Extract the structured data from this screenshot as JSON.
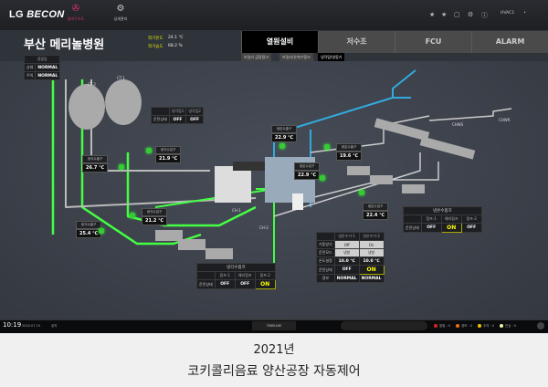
{
  "app": {
    "logo_prefix": "LG",
    "logo_name": "BECON",
    "nav": [
      {
        "label": "설비구조도",
        "icon": "fan-icon"
      },
      {
        "label": "상세관리",
        "icon": "gear-icon"
      }
    ],
    "user": "HVAC1"
  },
  "header": {
    "site": "부산 메리놀병원",
    "outdoor_temp_label": "외기온도",
    "outdoor_temp": "24.1 ℃",
    "outdoor_hum_label": "외기습도",
    "outdoor_hum": "68.2 %"
  },
  "tabs": [
    "열원설비",
    "저수조",
    "FCU",
    "ALARM"
  ],
  "subtabs": [
    "보일러 급탕탱크",
    "보일러/온축수탱크",
    "냉각탑/냉동기"
  ],
  "warning": {
    "title": "경광등",
    "rows": [
      {
        "k": "상태",
        "v": "NORMAL"
      },
      {
        "k": "주의",
        "v": "NORMAL"
      }
    ]
  },
  "equipment": {
    "ct1": "CT-1",
    "ct2": "CT-2",
    "ch1": "CH-1",
    "ch2": "CH-2",
    "chws": "CHWS",
    "chwr": "CHWR"
  },
  "ct_table": {
    "cols": [
      "냉각탑1",
      "냉각탑2"
    ],
    "row_label": "운전상태",
    "values": [
      "OFF",
      "OFF"
    ]
  },
  "sensors": [
    {
      "label": "냉각수출구",
      "value": "26.7 ℃"
    },
    {
      "label": "냉각수입구",
      "value": "21.9 ℃"
    },
    {
      "label": "냉각수입구",
      "value": "21.2 ℃"
    },
    {
      "label": "냉각수출구",
      "value": "25.4 ℃"
    },
    {
      "label": "냉온수출구",
      "value": "22.9 ℃"
    },
    {
      "label": "냉온수출구",
      "value": "19.6 ℃"
    },
    {
      "label": "냉온수입구",
      "value": "22.9 ℃"
    },
    {
      "label": "냉온수입구",
      "value": "22.4 ℃"
    }
  ],
  "cw_pump": {
    "title": "냉각수펌프",
    "cols": [
      "펌프-1",
      "예비펌프",
      "펌프-2"
    ],
    "row_label": "운전상태",
    "values": [
      "OFF",
      "OFF",
      "ON"
    ]
  },
  "chw_pump": {
    "title": "냉온수펌프",
    "cols": [
      "펌프-1",
      "예비펌프",
      "펌프-2"
    ],
    "row_label": "운전상태",
    "values": [
      "OFF",
      "ON",
      "OFF"
    ]
  },
  "chiller_table": {
    "cols": [
      "냉온수기-1",
      "냉온수기-2"
    ],
    "rows": [
      {
        "k": "기동방식",
        "v": [
          "Off",
          "On"
        ]
      },
      {
        "k": "운전모드",
        "v": [
          "냉방",
          "냉방"
        ]
      },
      {
        "k": "온도설정",
        "v": [
          "10.0 ℃",
          "10.0 ℃"
        ]
      },
      {
        "k": "운전상태",
        "v": [
          "OFF",
          "ON"
        ]
      },
      {
        "k": "경보",
        "v": [
          "NORMAL",
          "NORMAL"
        ]
      }
    ]
  },
  "statusbar": {
    "time": "10:19",
    "date": "2020.07.15",
    "notice": "공지",
    "timeline": "TIMELINE",
    "legend": [
      {
        "label": "알람 : 0",
        "color": "#e02020"
      },
      {
        "label": "경보 : 0",
        "color": "#f07010"
      },
      {
        "label": "주의 : 0",
        "color": "#f0c000"
      },
      {
        "label": "관심 : 0",
        "color": "#f0f0a0"
      }
    ]
  },
  "caption": {
    "year": "2021년",
    "title": "코키콜리음료 양산공장 자동제어"
  }
}
